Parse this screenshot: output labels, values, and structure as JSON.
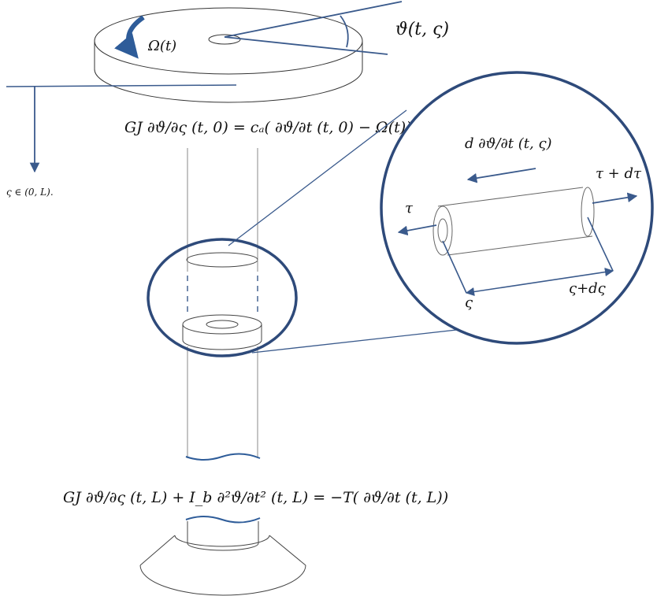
{
  "colors": {
    "line": "#3a5a8c",
    "accent": "#2e5c99",
    "ink": "#111111",
    "outline": "#333333"
  },
  "labels": {
    "omega_rotation": "Ω(t)",
    "twist_angle": "ϑ(t, ς)",
    "domain": "ς ∈ (0, L).",
    "boundary_top": "GJ ∂ϑ/∂ς (t, 0) = cₐ( ∂ϑ/∂t (t, 0) − Ω(t))",
    "boundary_bottom": "GJ ∂ϑ/∂ς (t, L) + I_b ∂²ϑ/∂t² (t, L) = −T( ∂ϑ/∂t (t, L))",
    "element_velocity": "d ∂ϑ/∂t (t, ς)",
    "torque_left": "τ",
    "torque_right": "τ + dτ",
    "coord_left": "ς",
    "coord_right": "ς+dς"
  },
  "icons": {
    "rotation": "curved-arrow-icon",
    "domain_arrow": "down-arrow-icon"
  }
}
